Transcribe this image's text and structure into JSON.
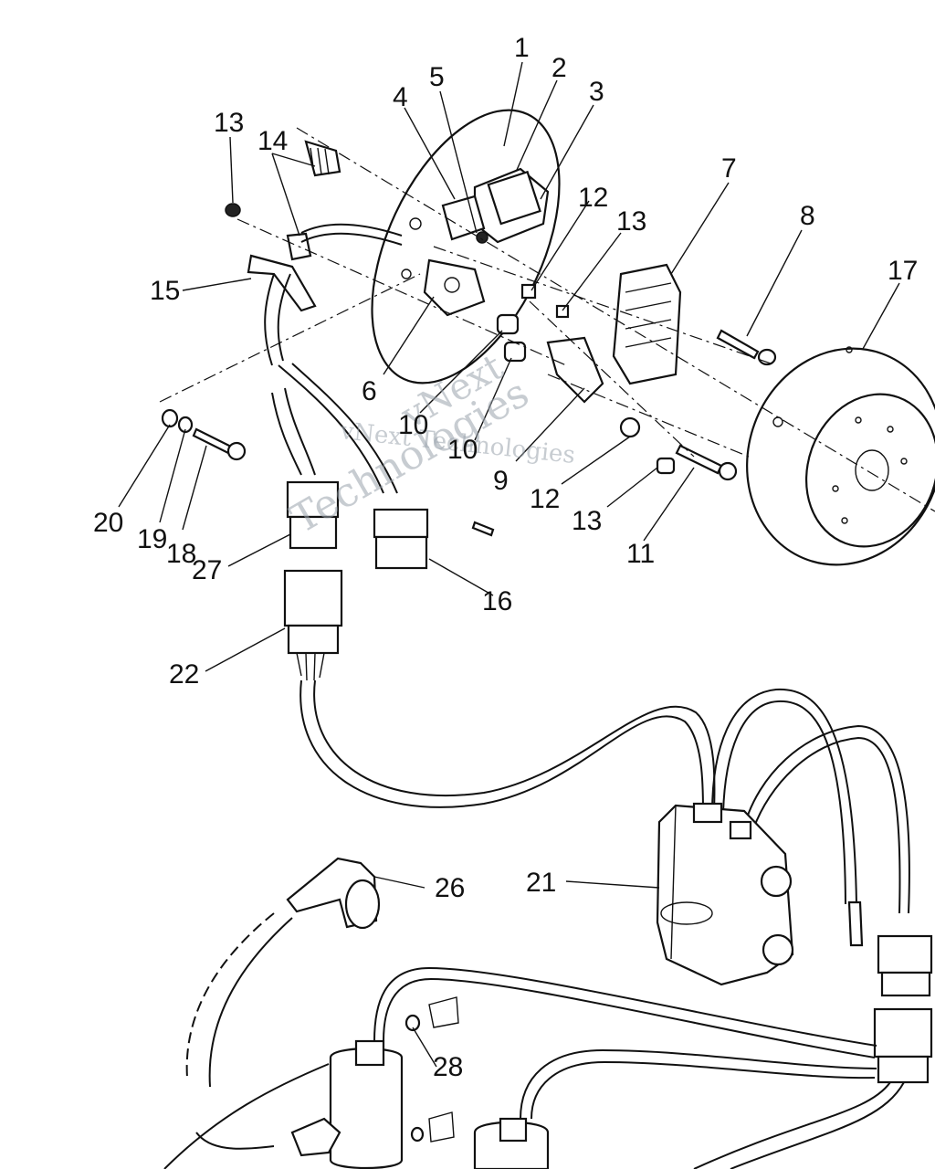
{
  "diagram": {
    "callouts": [
      {
        "key": "c1",
        "text": "1"
      },
      {
        "key": "c2",
        "text": "2"
      },
      {
        "key": "c3",
        "text": "3"
      },
      {
        "key": "c4",
        "text": "4"
      },
      {
        "key": "c5",
        "text": "5"
      },
      {
        "key": "c6",
        "text": "6"
      },
      {
        "key": "c7",
        "text": "7"
      },
      {
        "key": "c8",
        "text": "8"
      },
      {
        "key": "c9",
        "text": "9"
      },
      {
        "key": "c10a",
        "text": "10"
      },
      {
        "key": "c10b",
        "text": "10"
      },
      {
        "key": "c11",
        "text": "11"
      },
      {
        "key": "c12a",
        "text": "12"
      },
      {
        "key": "c12b",
        "text": "12"
      },
      {
        "key": "c13a",
        "text": "13"
      },
      {
        "key": "c13b",
        "text": "13"
      },
      {
        "key": "c13c",
        "text": "13"
      },
      {
        "key": "c14",
        "text": "14"
      },
      {
        "key": "c15",
        "text": "15"
      },
      {
        "key": "c16",
        "text": "16"
      },
      {
        "key": "c17",
        "text": "17"
      },
      {
        "key": "c18",
        "text": "18"
      },
      {
        "key": "c19",
        "text": "19"
      },
      {
        "key": "c20",
        "text": "20"
      },
      {
        "key": "c21",
        "text": "21"
      },
      {
        "key": "c22",
        "text": "22"
      },
      {
        "key": "c26",
        "text": "26"
      },
      {
        "key": "c27",
        "text": "27"
      },
      {
        "key": "c28",
        "text": "28"
      }
    ],
    "watermark": {
      "line1": "vNext",
      "line2": "vNext Technologies",
      "line3": "Technologies"
    }
  }
}
